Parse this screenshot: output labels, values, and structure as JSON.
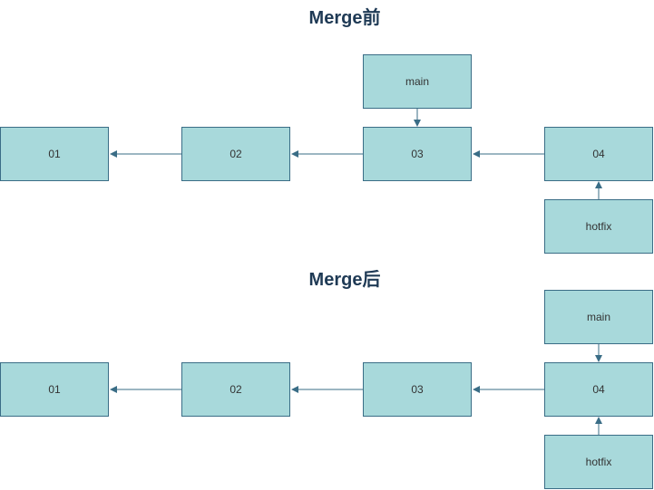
{
  "before": {
    "title": "Merge前",
    "commits": [
      "01",
      "02",
      "03",
      "04"
    ],
    "main_label": "main",
    "hotfix_label": "hotfix"
  },
  "after": {
    "title": "Merge后",
    "commits": [
      "01",
      "02",
      "03",
      "04"
    ],
    "main_label": "main",
    "hotfix_label": "hotfix"
  },
  "colors": {
    "box_fill": "#a8d9db",
    "box_border": "#3a6d86",
    "arrow": "#3a6d86",
    "title": "#1f3a55"
  }
}
